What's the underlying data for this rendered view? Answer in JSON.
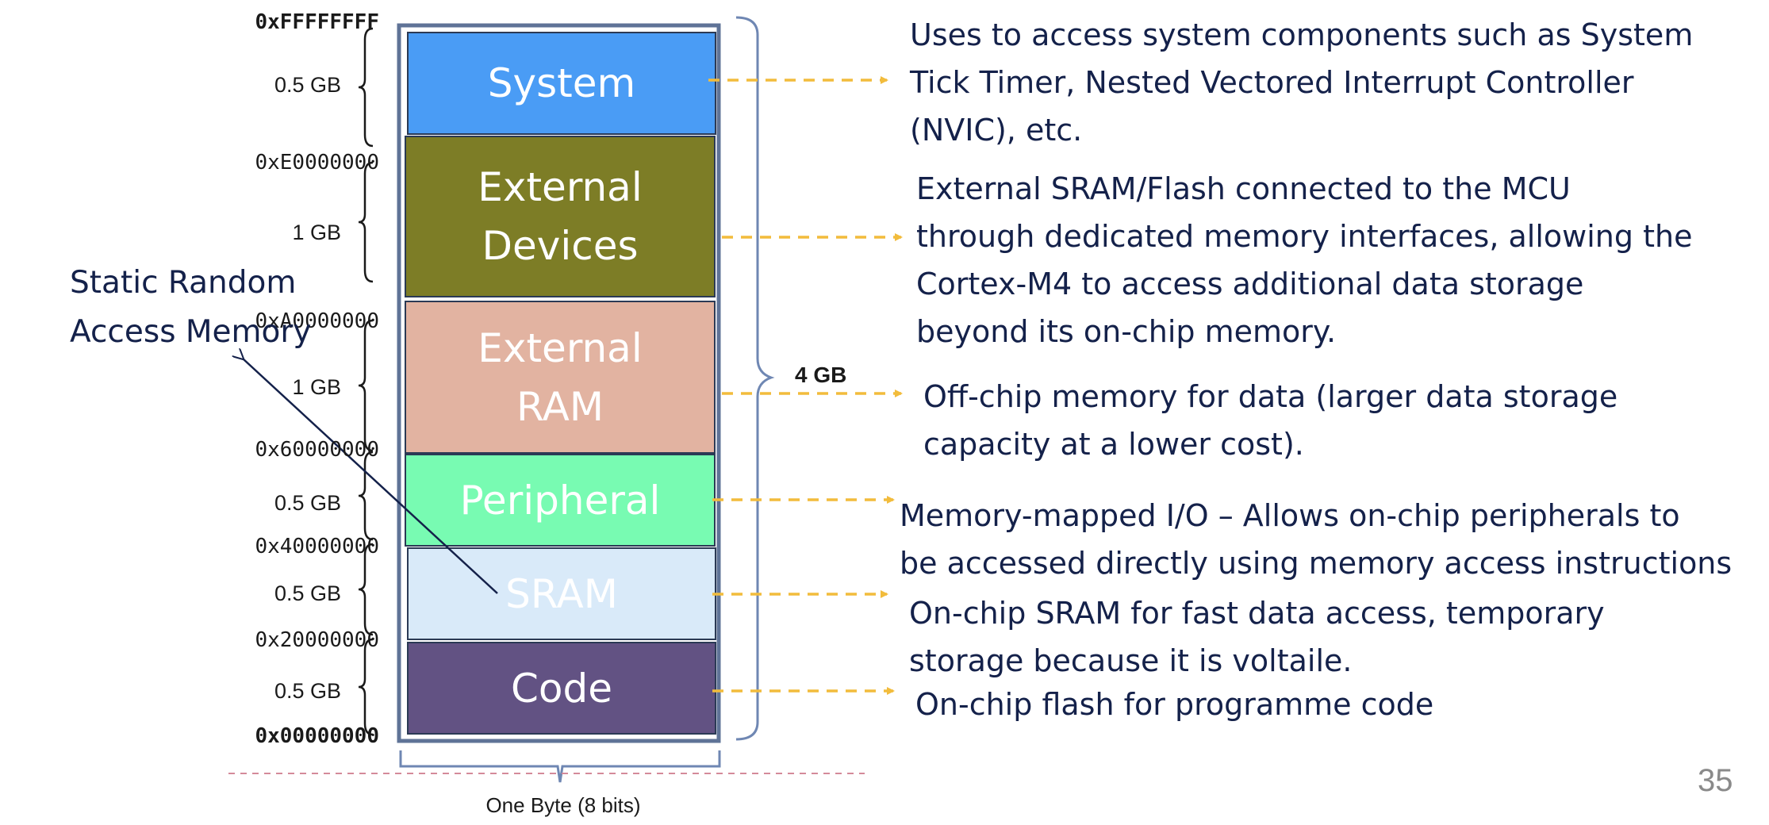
{
  "memory_map": {
    "regions": [
      {
        "name": "System",
        "color": "#4a9cf5"
      },
      {
        "name": "External\nDevices",
        "color": "#7d7d26"
      },
      {
        "name": "External\nRAM",
        "color": "#e2b3a1"
      },
      {
        "name": "Peripheral",
        "color": "#78fbb2"
      },
      {
        "name": "SRAM",
        "color": "#d9eaf9"
      },
      {
        "name": "Code",
        "color": "#625283"
      }
    ],
    "addresses": [
      "0xFFFFFFFF",
      "0xE0000000",
      "0xA0000000",
      "0x60000000",
      "0x40000000",
      "0x20000000",
      "0x00000000"
    ],
    "sizes": [
      "0.5 GB",
      "1 GB",
      "1 GB",
      "0.5 GB",
      "0.5 GB",
      "0.5 GB"
    ],
    "total_size": "4 GB",
    "width_label": "One Byte (8 bits)"
  },
  "descriptions": [
    [
      "Uses to access system components such as System",
      "Tick Timer, Nested Vectored Interrupt Controller",
      "(NVIC), etc."
    ],
    [
      "External SRAM/Flash connected to the MCU",
      "through dedicated memory interfaces, allowing the",
      "Cortex-M4 to access additional data storage",
      "beyond its on-chip memory."
    ],
    [
      "Off-chip memory for data (larger data storage",
      "capacity at a lower cost)."
    ],
    [
      "Memory-mapped I/O – Allows on-chip peripherals to",
      "be accessed directly using memory access instructions"
    ],
    [
      "On-chip SRAM for fast data access, temporary",
      "storage because it is voltaile."
    ],
    [
      "On-chip flash for programme code"
    ]
  ],
  "callout": [
    "Static Random",
    "Access Memory"
  ],
  "page_number": "35",
  "colors": {
    "arrow": "#f2bc3c",
    "text": "#14214a",
    "brace": "#6f87b3",
    "dashed_line": "#d48a9a"
  }
}
